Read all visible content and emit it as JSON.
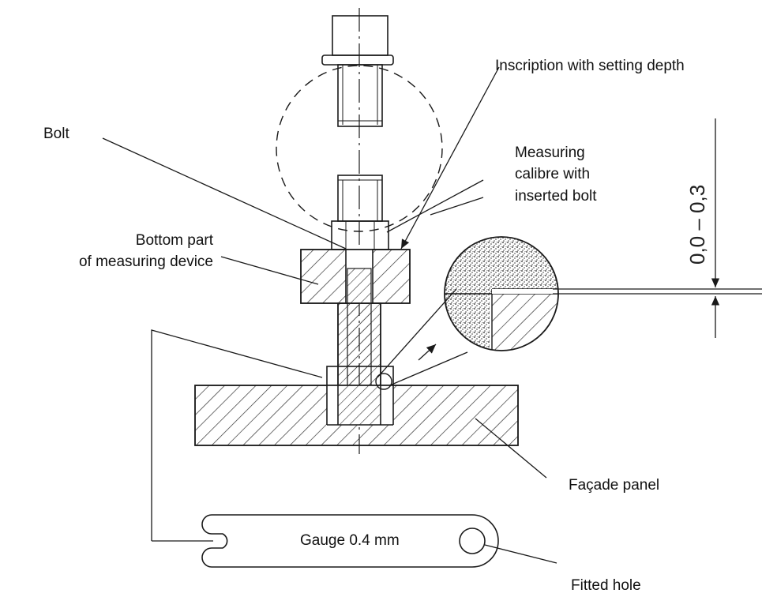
{
  "labels": {
    "inscription": "Inscription with setting depth",
    "bolt": "Bolt",
    "calibre_line1": "Measuring",
    "calibre_line2": "calibre with",
    "calibre_line3": "inserted bolt",
    "bottom_line1": "Bottom part",
    "bottom_line2": "of measuring device",
    "facade": "Façade panel",
    "gauge": "Gauge 0.4 mm",
    "fitted_hole": "Fitted hole"
  },
  "dimension": {
    "text": "0,0 – 0,3"
  },
  "colors": {
    "line": "#1a1a1a",
    "hatch": "#333333",
    "stipple": "#555555"
  }
}
